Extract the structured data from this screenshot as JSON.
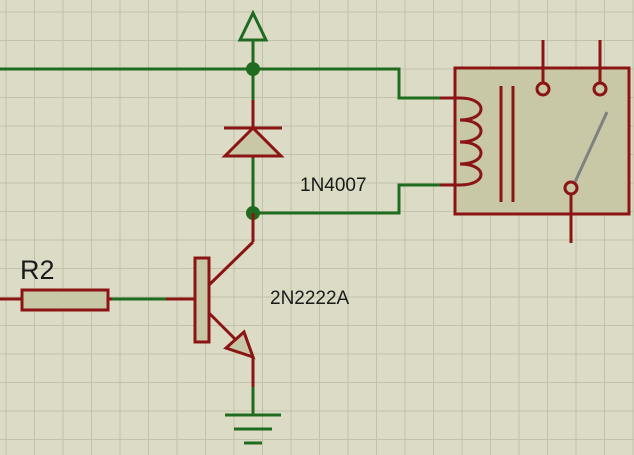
{
  "colors": {
    "background": "#dcdcc6",
    "grid": "#c2c2aa",
    "wire": "#1f6b1f",
    "component": "#8b1414",
    "component_fill": "#c8c8a6",
    "switch_blade": "#808080"
  },
  "components": {
    "resistor": {
      "ref": "R2"
    },
    "diode": {
      "part": "1N4007"
    },
    "transistor": {
      "part": "2N2222A"
    }
  }
}
